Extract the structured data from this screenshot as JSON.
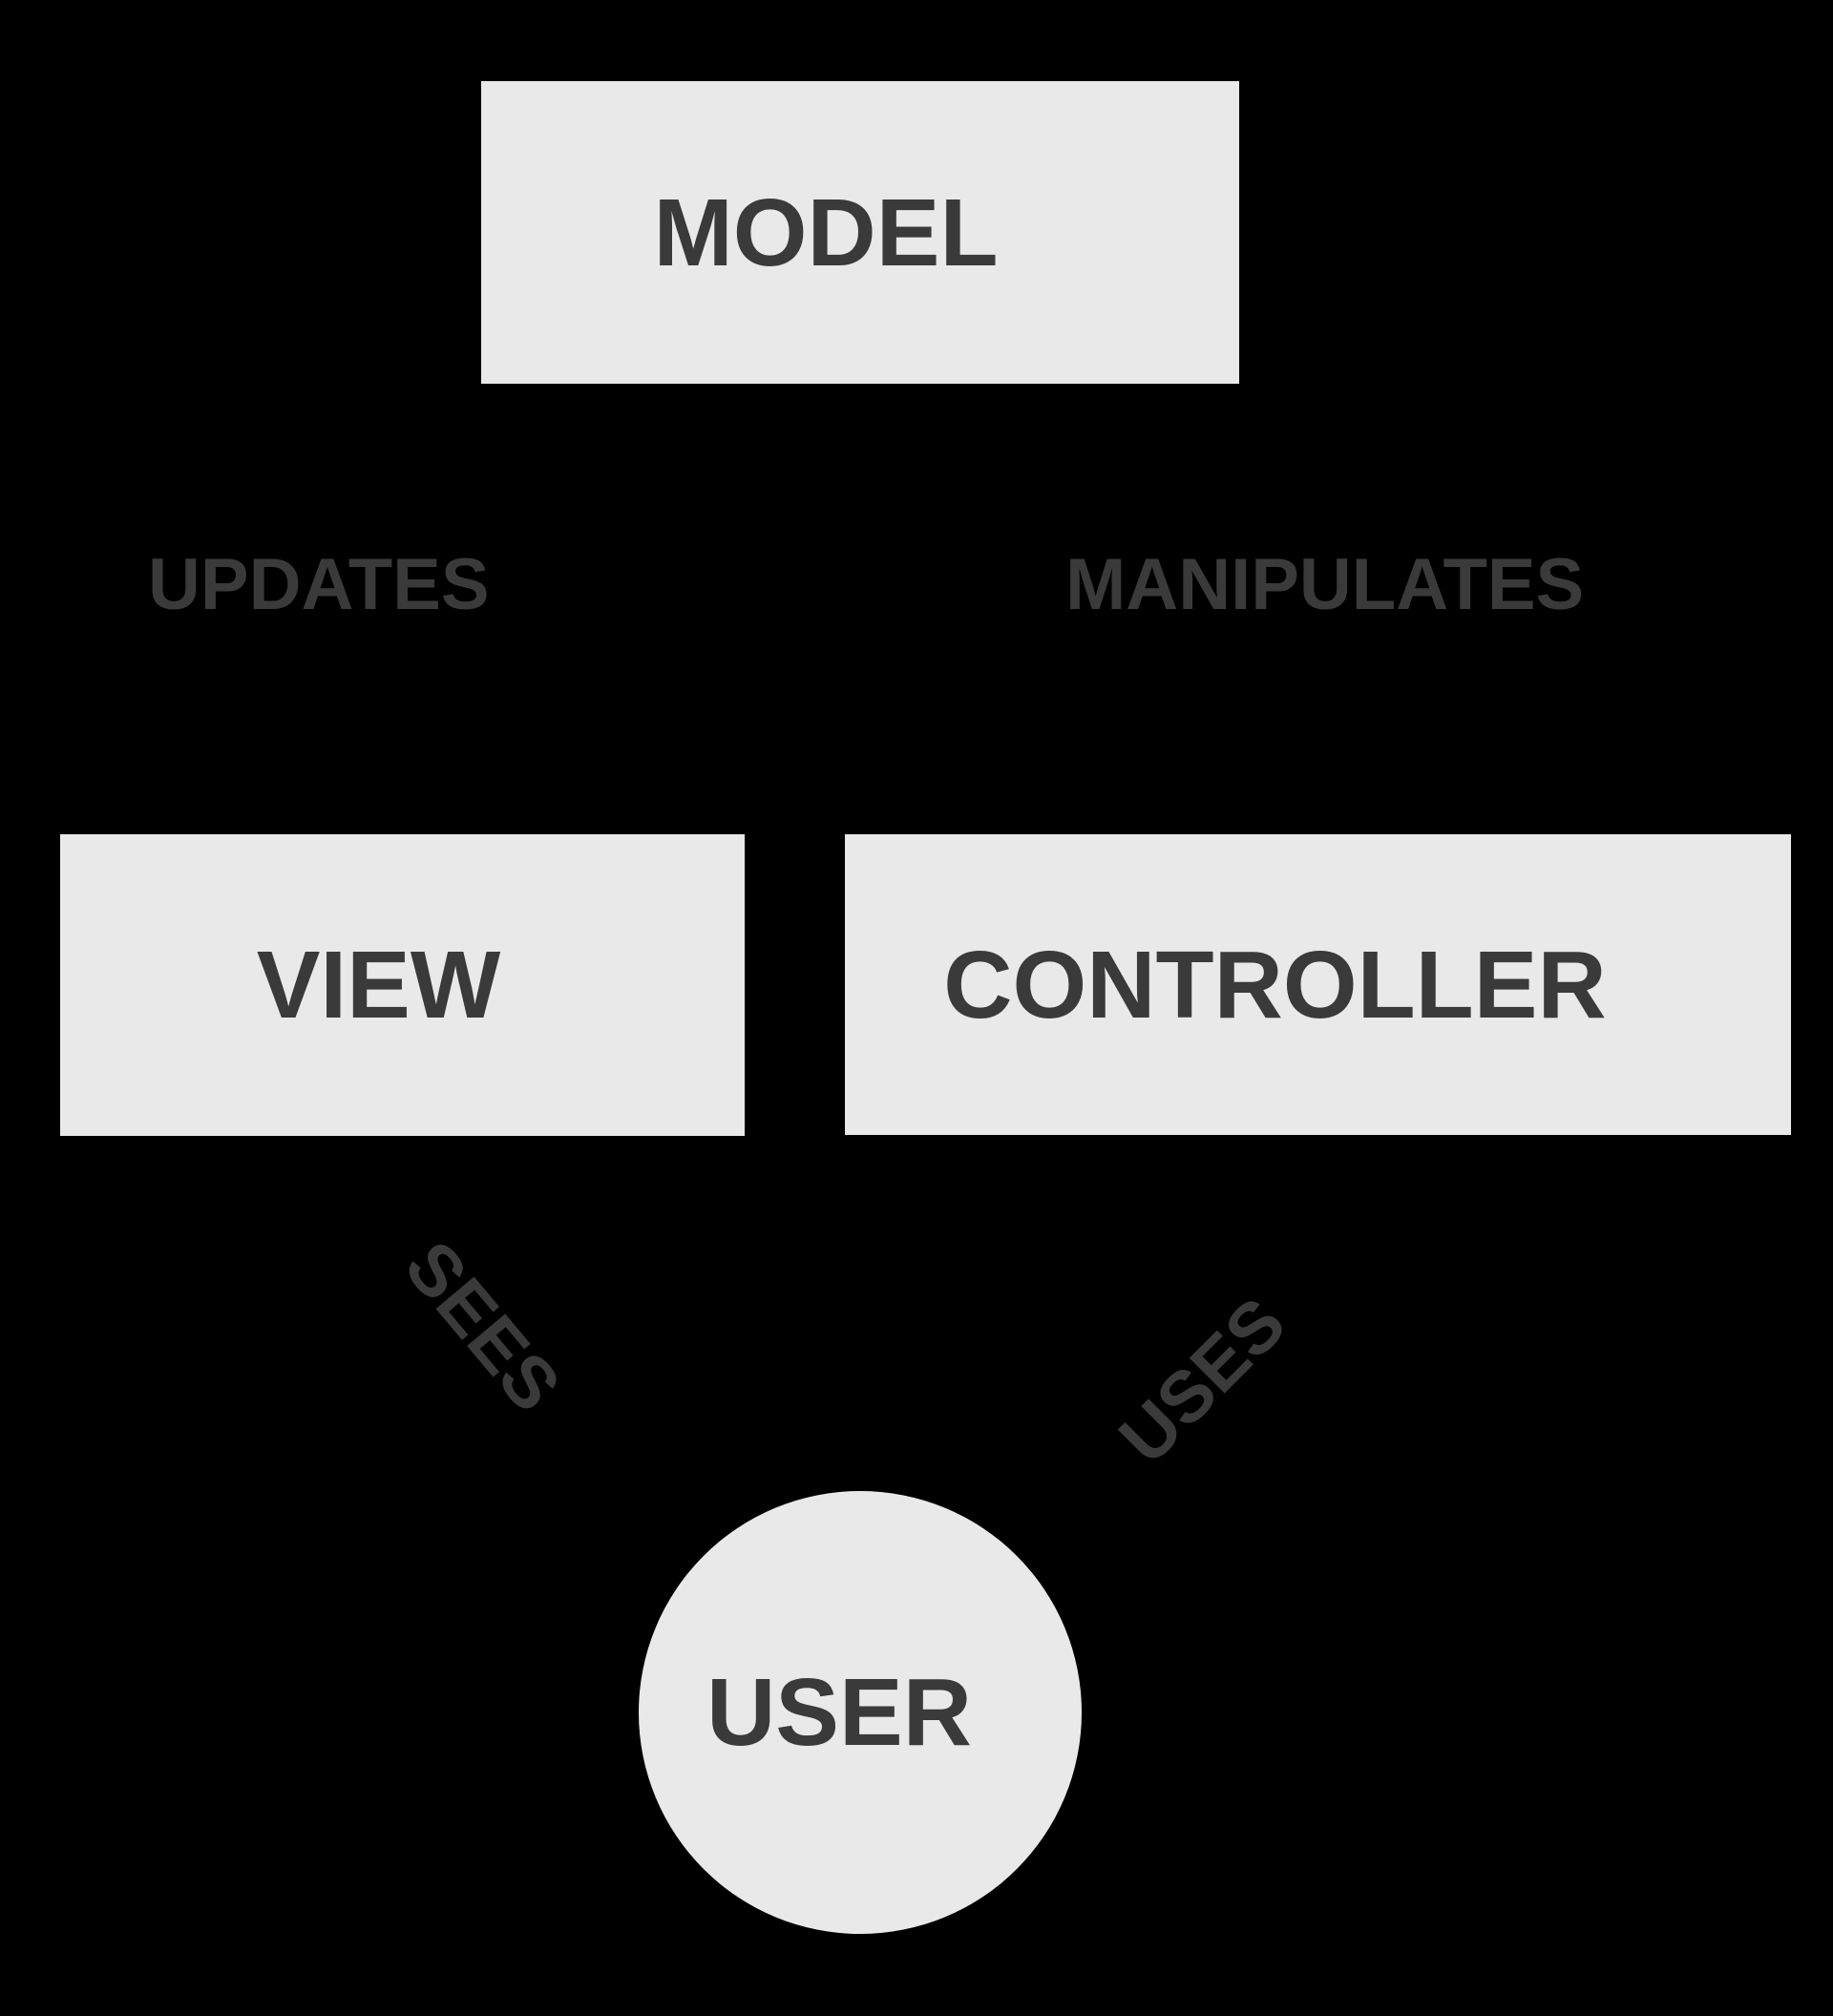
{
  "diagram": {
    "colors": {
      "background": "#000000",
      "node_fill": "#e9e9e9",
      "node_text": "#3a3a3a",
      "edge_label_text": "#3a3a3a"
    },
    "nodes": {
      "model": {
        "label": "MODEL",
        "shape": "rectangle"
      },
      "view": {
        "label": "VIEW",
        "shape": "rectangle"
      },
      "controller": {
        "label": "CONTROLLER",
        "shape": "rectangle"
      },
      "user": {
        "label": "USER",
        "shape": "circle"
      }
    },
    "edge_labels": {
      "updates": {
        "label": "UPDATES"
      },
      "manipulates": {
        "label": "MANIPULATES"
      },
      "sees": {
        "label": "SEES"
      },
      "uses": {
        "label": "USES"
      }
    }
  }
}
